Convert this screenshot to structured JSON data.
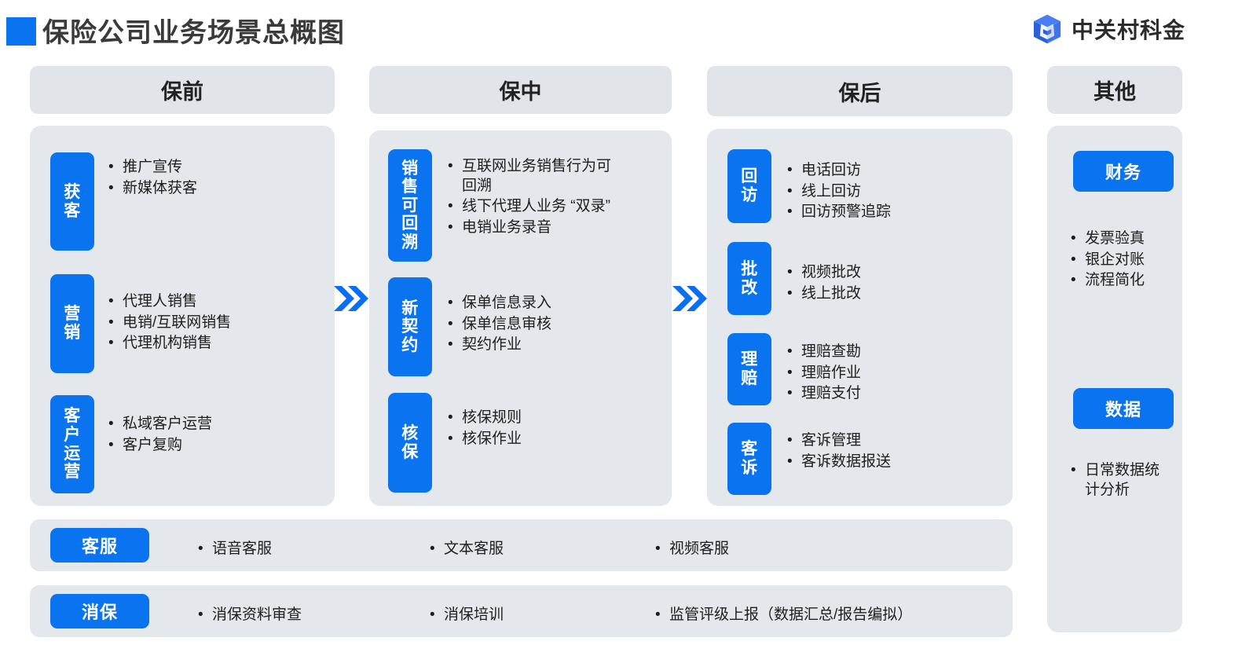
{
  "header": {
    "title": "保险公司业务场景总概图",
    "brand_name": "中关村科金",
    "logo_icon": "cube-logo-icon",
    "marker_color": "#0a74f0"
  },
  "colors": {
    "accent_blue": "#0a74f0",
    "panel_head": "#e1e4e9",
    "panel_body": "#e4e7eb",
    "text": "#1e1e1e"
  },
  "columns": [
    {
      "id": "pre",
      "header": "保前",
      "groups": [
        {
          "tag": "获客",
          "items": [
            "推广宣传",
            "新媒体获客"
          ]
        },
        {
          "tag": "营销",
          "items": [
            "代理人销售",
            "电销/互联网销售",
            "代理机构销售"
          ]
        },
        {
          "tag": "客户运营",
          "items": [
            "私域客户运营",
            "客户复购"
          ]
        }
      ]
    },
    {
      "id": "mid",
      "header": "保中",
      "groups": [
        {
          "tag": "销售可回溯",
          "items": [
            "互联网业务销售行为可回溯",
            "线下代理人业务 “双录”",
            "电销业务录音"
          ]
        },
        {
          "tag": "新契约",
          "items": [
            "保单信息录入",
            "保单信息审核",
            "契约作业"
          ]
        },
        {
          "tag": "核保",
          "items": [
            "核保规则",
            "核保作业"
          ]
        }
      ]
    },
    {
      "id": "post",
      "header": "保后",
      "groups": [
        {
          "tag": "回访",
          "items": [
            "电话回访",
            "线上回访",
            "回访预警追踪"
          ]
        },
        {
          "tag": "批改",
          "items": [
            "视频批改",
            "线上批改"
          ]
        },
        {
          "tag": "理赔",
          "items": [
            "理赔查勘",
            "理赔作业",
            "理赔支付"
          ]
        },
        {
          "tag": "客诉",
          "items": [
            "客诉管理",
            "客诉数据报送"
          ]
        }
      ]
    },
    {
      "id": "other",
      "header": "其他",
      "groups": [
        {
          "tag": "财务",
          "items": [
            "发票验真",
            "银企对账",
            "流程简化"
          ]
        },
        {
          "tag": "数据",
          "items": [
            "日常数据统计分析"
          ]
        }
      ]
    }
  ],
  "arrows": [
    {
      "name": "arrow-pre-to-mid",
      "glyph": "double-chevron-right-icon"
    },
    {
      "name": "arrow-mid-to-post",
      "glyph": "double-chevron-right-icon"
    }
  ],
  "bands": [
    {
      "tag": "客服",
      "items": [
        "语音客服",
        "文本客服",
        "视频客服"
      ]
    },
    {
      "tag": "消保",
      "items": [
        "消保资料审查",
        "消保培训",
        "监管评级上报（数据汇总/报告编拟）"
      ]
    }
  ]
}
